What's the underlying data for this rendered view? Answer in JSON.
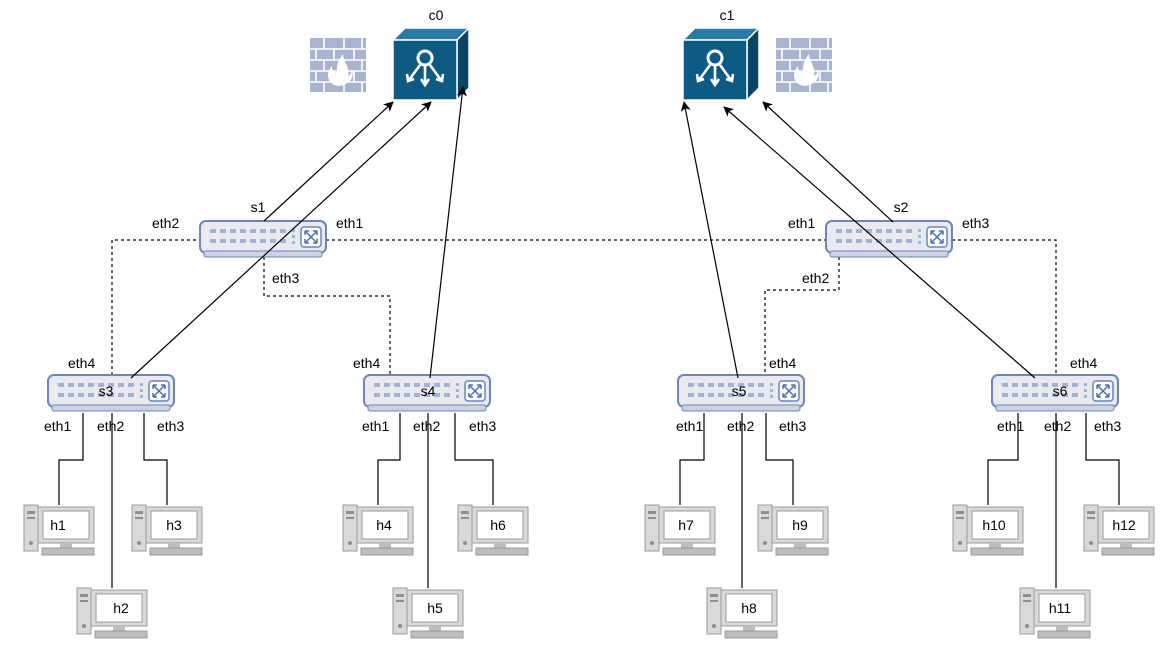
{
  "controllers": [
    {
      "id": "c0",
      "label": "c0"
    },
    {
      "id": "c1",
      "label": "c1"
    }
  ],
  "switches": [
    {
      "id": "s1",
      "label": "s1",
      "port_labels": [
        "eth2",
        "eth1",
        "eth3"
      ]
    },
    {
      "id": "s2",
      "label": "s2",
      "port_labels": [
        "eth1",
        "eth3",
        "eth2"
      ]
    },
    {
      "id": "s3",
      "label": "s3",
      "port_labels": [
        "eth4",
        "eth1",
        "eth2",
        "eth3"
      ]
    },
    {
      "id": "s4",
      "label": "s4",
      "port_labels": [
        "eth4",
        "eth1",
        "eth2",
        "eth3"
      ]
    },
    {
      "id": "s5",
      "label": "s5",
      "port_labels": [
        "eth4",
        "eth1",
        "eth2",
        "eth3"
      ]
    },
    {
      "id": "s6",
      "label": "s6",
      "port_labels": [
        "eth4",
        "eth1",
        "eth2",
        "eth3"
      ]
    }
  ],
  "hosts": [
    {
      "id": "h1",
      "label": "h1"
    },
    {
      "id": "h2",
      "label": "h2"
    },
    {
      "id": "h3",
      "label": "h3"
    },
    {
      "id": "h4",
      "label": "h4"
    },
    {
      "id": "h5",
      "label": "h5"
    },
    {
      "id": "h6",
      "label": "h6"
    },
    {
      "id": "h7",
      "label": "h7"
    },
    {
      "id": "h8",
      "label": "h8"
    },
    {
      "id": "h9",
      "label": "h9"
    },
    {
      "id": "h10",
      "label": "h10"
    },
    {
      "id": "h11",
      "label": "h11"
    },
    {
      "id": "h12",
      "label": "h12"
    }
  ],
  "links": [
    {
      "from": "s1",
      "to": "s2",
      "style": "dashed"
    },
    {
      "from": "s1",
      "to": "s3",
      "style": "dashed"
    },
    {
      "from": "s1",
      "to": "s4",
      "style": "dashed"
    },
    {
      "from": "s2",
      "to": "s5",
      "style": "dashed"
    },
    {
      "from": "s2",
      "to": "s6",
      "style": "dashed"
    },
    {
      "from": "s3",
      "to": "h1",
      "style": "solid"
    },
    {
      "from": "s3",
      "to": "h2",
      "style": "solid"
    },
    {
      "from": "s3",
      "to": "h3",
      "style": "solid"
    },
    {
      "from": "s4",
      "to": "h4",
      "style": "solid"
    },
    {
      "from": "s4",
      "to": "h5",
      "style": "solid"
    },
    {
      "from": "s4",
      "to": "h6",
      "style": "solid"
    },
    {
      "from": "s5",
      "to": "h7",
      "style": "solid"
    },
    {
      "from": "s5",
      "to": "h8",
      "style": "solid"
    },
    {
      "from": "s5",
      "to": "h9",
      "style": "solid"
    },
    {
      "from": "s6",
      "to": "h10",
      "style": "solid"
    },
    {
      "from": "s6",
      "to": "h11",
      "style": "solid"
    },
    {
      "from": "s6",
      "to": "h12",
      "style": "solid"
    }
  ],
  "control_links": [
    {
      "from": "s1",
      "to": "c0"
    },
    {
      "from": "s3",
      "to": "c0"
    },
    {
      "from": "s4",
      "to": "c0"
    },
    {
      "from": "s2",
      "to": "c1"
    },
    {
      "from": "s5",
      "to": "c1"
    },
    {
      "from": "s6",
      "to": "c1"
    }
  ],
  "colors": {
    "controller_face": "#0d5a82",
    "controller_side": "#0a4566",
    "firewall": "#a8b4cf",
    "switch_fill": "#e8eaf0",
    "switch_border": "#6c86b8",
    "host_frame": "#d9d9d9"
  }
}
